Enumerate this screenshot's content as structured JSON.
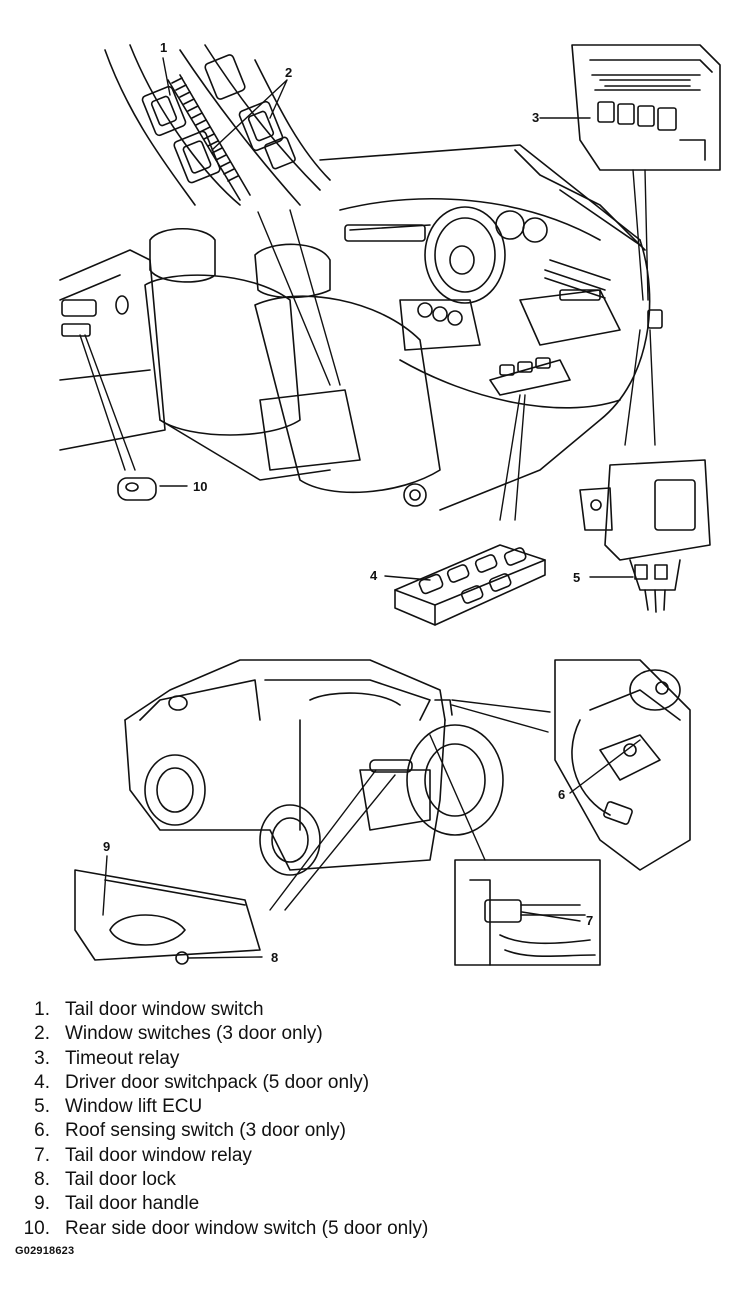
{
  "callouts": [
    "1",
    "2",
    "3",
    "4",
    "5",
    "6",
    "7",
    "8",
    "9",
    "10"
  ],
  "legend": [
    {
      "number": "1.",
      "text": "Tail door window switch"
    },
    {
      "number": "2.",
      "text": "Window switches (3 door only)"
    },
    {
      "number": "3.",
      "text": "Timeout relay"
    },
    {
      "number": "4.",
      "text": "Driver door switchpack (5 door only)"
    },
    {
      "number": "5.",
      "text": "Window lift ECU"
    },
    {
      "number": "6.",
      "text": "Roof sensing switch (3 door only)"
    },
    {
      "number": "7.",
      "text": "Tail door window relay"
    },
    {
      "number": "8.",
      "text": "Tail door lock"
    },
    {
      "number": "9.",
      "text": "Tail door handle"
    },
    {
      "number": "10.",
      "text": "Rear side door window switch (5 door only)"
    }
  ],
  "figure_id": "G02918623"
}
